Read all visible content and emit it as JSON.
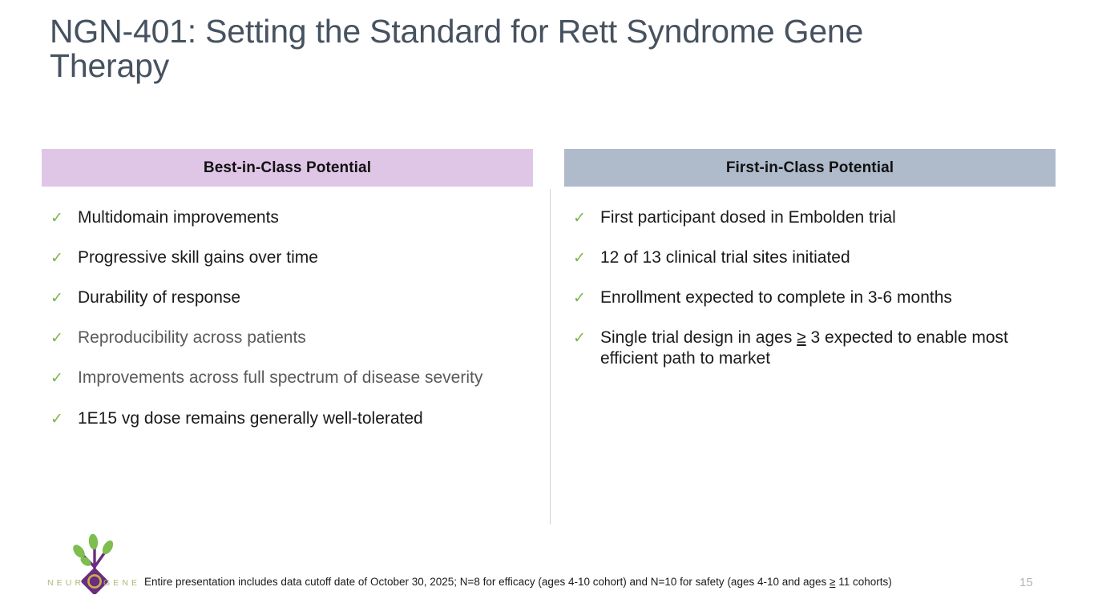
{
  "slide": {
    "title": "NGN-401: Setting the Standard for Rett Syndrome Gene Therapy",
    "page_number": "15",
    "colors": {
      "title_text": "#46525F",
      "left_header_bg": "#DFC6E6",
      "right_header_bg": "#AFBACB",
      "check_green": "#7AB648",
      "logo_purple": "#6B2D7E",
      "logo_leaf_green": "#7DBE4F",
      "logo_wordmark_green": "#A8B97A",
      "divider_gray": "#D4D4D4",
      "page_number_gray": "#B4B4B4"
    }
  },
  "columns": [
    {
      "id": "best-in-class",
      "header": "Best-in-Class Potential",
      "bullets": [
        {
          "icon": "check-icon",
          "text": "Multidomain improvements",
          "muted": false
        },
        {
          "icon": "check-icon",
          "text": "Progressive skill gains over time",
          "muted": false
        },
        {
          "icon": "check-icon",
          "text": "Durability of response",
          "muted": false
        },
        {
          "icon": "check-icon",
          "text": "Reproducibility across patients",
          "muted": true
        },
        {
          "icon": "check-icon",
          "text": "Improvements across full spectrum of disease severity",
          "muted": true
        },
        {
          "icon": "check-icon",
          "text": "1E15 vg dose remains generally well-tolerated",
          "muted": false
        }
      ]
    },
    {
      "id": "first-in-class",
      "header": "First-in-Class Potential",
      "bullets": [
        {
          "icon": "check-icon",
          "text": "First participant dosed in Embolden trial",
          "muted": false
        },
        {
          "icon": "check-icon",
          "text": "12 of 13 clinical trial sites initiated",
          "muted": false
        },
        {
          "icon": "check-icon",
          "text": "Enrollment expected to complete in 3-6 months",
          "muted": false
        },
        {
          "icon": "check-icon",
          "text": "Single trial design in ages ≥ 3 expected to enable most efficient path to market",
          "muted": false,
          "has_ge": true,
          "parts": {
            "before": "Single trial design in ages ",
            "ge": "≥",
            "after": " 3 expected to enable most efficient path to market"
          }
        }
      ]
    }
  ],
  "footer": {
    "note_parts": {
      "before": "Entire presentation includes data cutoff date of October 30, 2025; N=8 for efficacy (ages 4-10 cohort) and N=10 for safety (ages 4-10 and ages ",
      "ge": "≥",
      "after": " 11 cohorts)"
    },
    "note": "Entire presentation includes data cutoff date of October 30, 2025; N=8 for efficacy (ages 4-10 cohort) and N=10 for safety (ages 4-10 and ages ≥ 11 cohorts)"
  },
  "logo": {
    "name": "neurogene-logo",
    "wordmark": "NEUROGENE",
    "icon": "sprout-tree-icon"
  },
  "glyphs": {
    "check": "✓"
  }
}
